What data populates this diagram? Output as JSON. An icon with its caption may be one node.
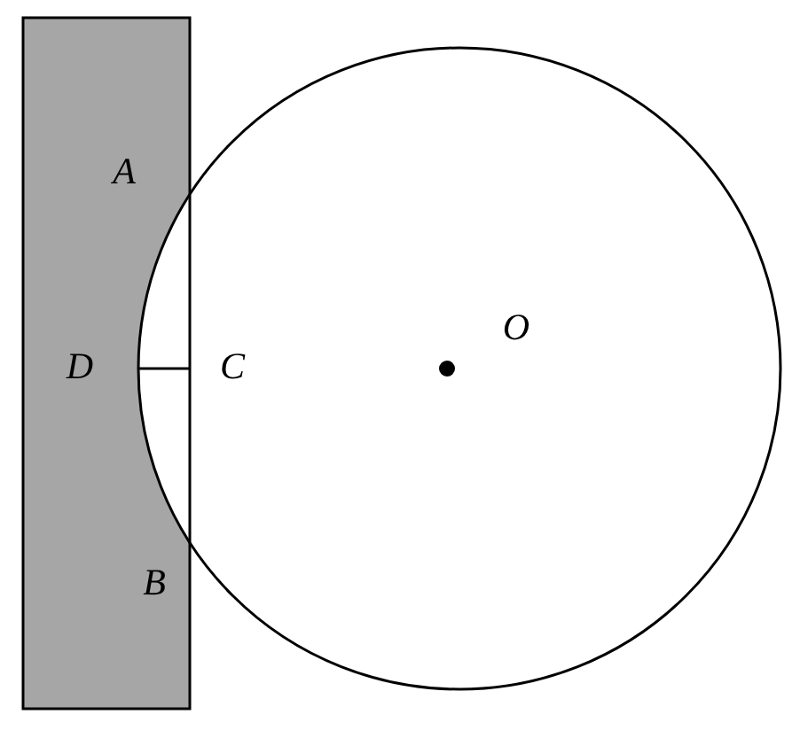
{
  "diagram": {
    "labels": [
      "A",
      "D",
      "C",
      "O",
      "B"
    ]
  }
}
